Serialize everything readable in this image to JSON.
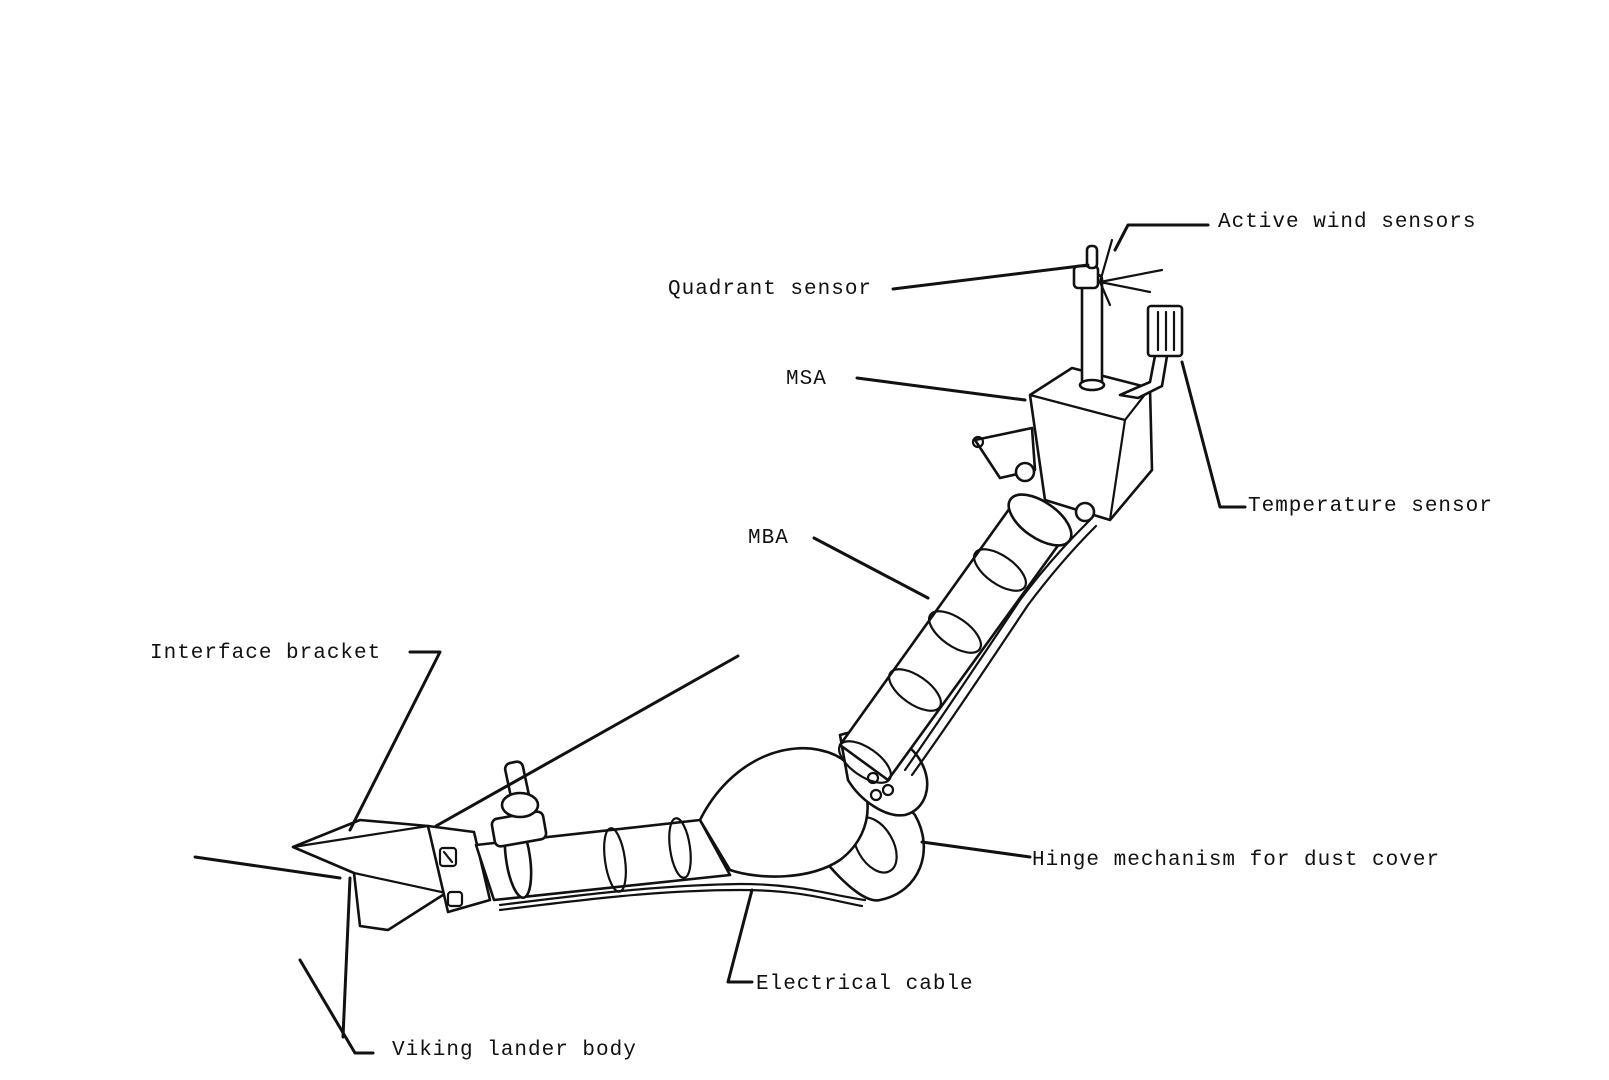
{
  "labels": {
    "active_wind_sensors": "Active wind sensors",
    "quadrant_sensor": "Quadrant sensor",
    "msa": "MSA",
    "temperature_sensor": "Temperature sensor",
    "mba": "MBA",
    "interface_bracket": "Interface bracket",
    "hinge_mechanism": "Hinge mechanism for dust cover",
    "electrical_cable": "Electrical cable",
    "viking_lander_body": "Viking lander body"
  }
}
